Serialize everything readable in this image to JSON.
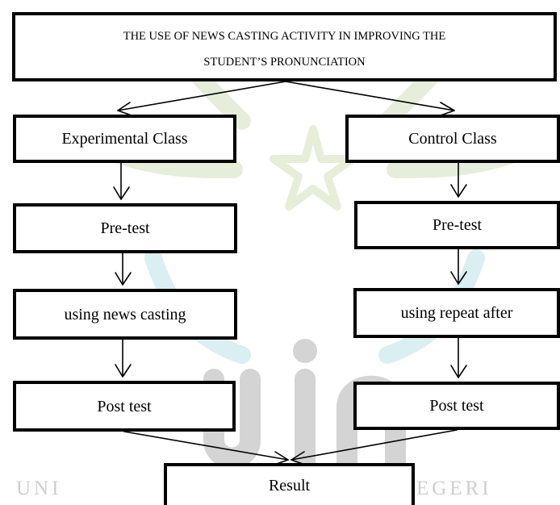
{
  "diagram": {
    "title": {
      "line1": "THE USE OF NEWS CASTING ACTIVITY IN IMPROVING THE",
      "line2": "STUDENT’S PRONUNCIATION"
    },
    "left_branch": {
      "class": "Experimental Class",
      "pretest": "Pre-test",
      "treatment": "using news casting",
      "posttest": "Post test"
    },
    "right_branch": {
      "class": "Control Class",
      "pretest": "Pre-test",
      "treatment": "using repeat after",
      "posttest": "Post test"
    },
    "result": "Result"
  },
  "watermark": {
    "text_left": "UNI",
    "text_right": "EGERI",
    "colors": {
      "star": "#e3ebd0",
      "waves": "#d8eef0",
      "logo": "#d2d2d2"
    }
  }
}
